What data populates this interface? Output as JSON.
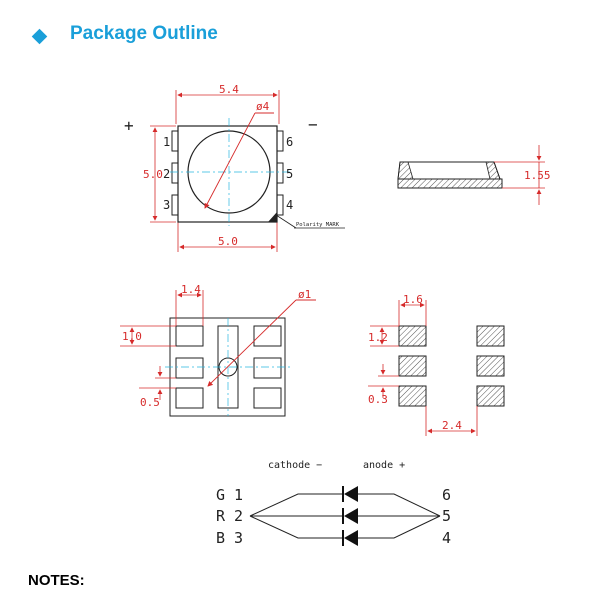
{
  "header": {
    "title": "Package Outline"
  },
  "footer": {
    "notes_label": "NOTES:"
  },
  "top_view": {
    "plus": "+",
    "minus": "−",
    "width": "5.4",
    "height": "5.0",
    "bottom_width": "5.0",
    "lens_dia": "ø4",
    "pins_left": [
      "1",
      "2",
      "3"
    ],
    "pins_right": [
      "6",
      "5",
      "4"
    ],
    "polarity_mark": "Polarity MARK"
  },
  "side_view": {
    "height": "1.55"
  },
  "bottom_view": {
    "pad_width": "1.4",
    "pad_height": "1.0",
    "pad_gap": "0.5",
    "via_dia": "ø1"
  },
  "land_pattern": {
    "pad_width": "1.6",
    "pad_height": "1.2",
    "pad_gap": "0.3",
    "pad_spacing": "2.4"
  },
  "circuit": {
    "cathode_label": "cathode −",
    "anode_label": "anode +",
    "left_pins": [
      "G 1",
      "R 2",
      "B 3"
    ],
    "right_pins": [
      "6",
      "5",
      "4"
    ]
  },
  "colors": {
    "accent": "#1a9fd9",
    "dimension": "#d62b2b",
    "centerline": "#29b6e0"
  }
}
